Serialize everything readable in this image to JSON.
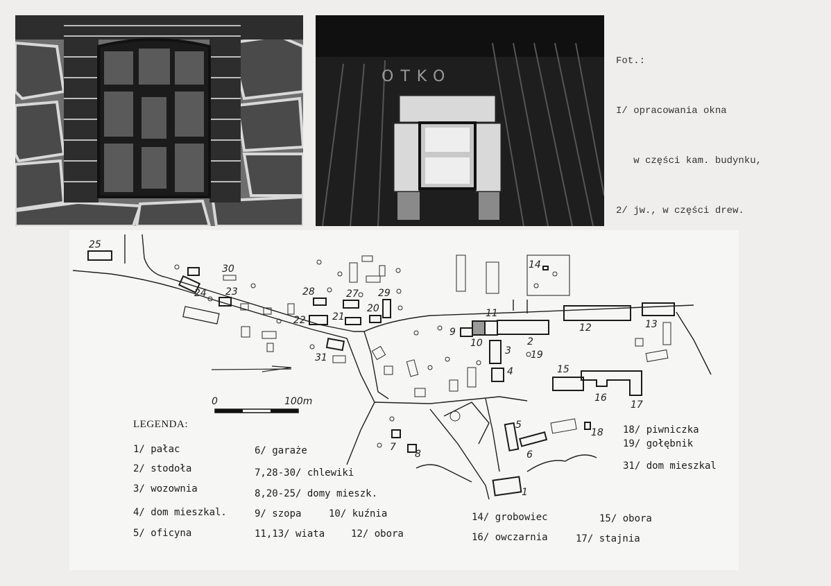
{
  "caption": {
    "heading": "Fot.:",
    "line1": "I/ opracowania okna",
    "line2": "   w części kam. budynku,",
    "line3": "2/ jw., w części drew."
  },
  "photo2_inscription": "OTKO",
  "scale": {
    "zero": "0",
    "length": "100m"
  },
  "map_numbers": [
    "25",
    "30",
    "24",
    "23",
    "28",
    "27",
    "29",
    "20",
    "22",
    "21",
    "31",
    "11",
    "9",
    "10",
    "2",
    "3",
    "19",
    "4",
    "12",
    "13",
    "15",
    "16",
    "17",
    "14",
    "5",
    "18",
    "6",
    "7",
    "8",
    "1"
  ],
  "legend": {
    "title": "LEGENDA:",
    "items": [
      "1/ pałac",
      "2/ stodoła",
      "3/ wozownia",
      "4/ dom mieszkal.",
      "5/ oficyna",
      "6/ garaże",
      "7,28-30/ chlewiki",
      "8,20-25/ domy mieszk.",
      "9/ szopa",
      "10/ kuźnia",
      "11,13/ wiata",
      "12/ obora",
      "14/ grobowiec",
      "15/ obora",
      "16/ owczarnia",
      "17/ stajnia",
      "18/ piwniczka",
      "19/ gołębnik",
      "31/ dom mieszkal"
    ]
  }
}
